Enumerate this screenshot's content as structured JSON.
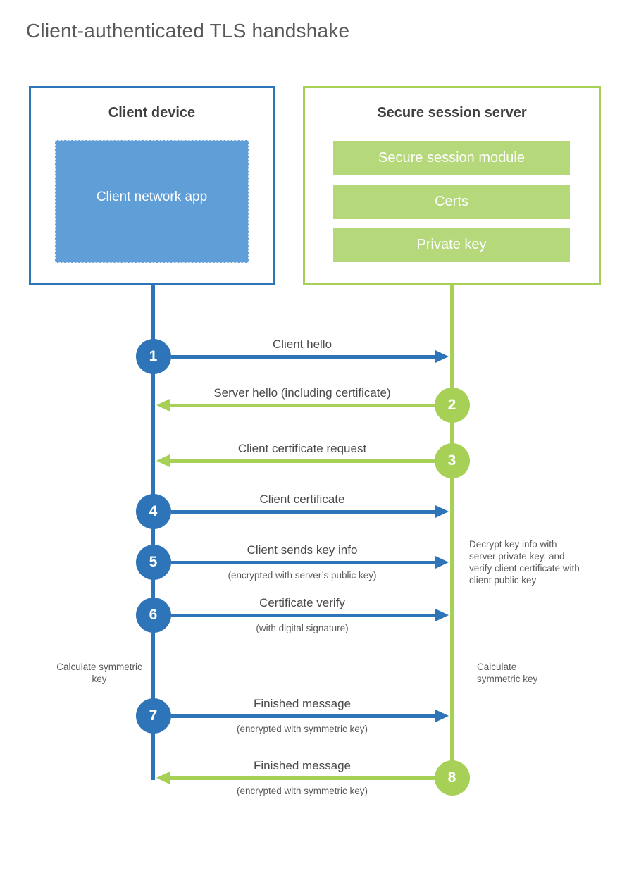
{
  "title": "Client-authenticated TLS handshake",
  "client": {
    "title": "Client device",
    "app_label": "Client network app"
  },
  "server": {
    "title": "Secure session server",
    "modules": [
      "Secure session module",
      "Certs",
      "Private key"
    ]
  },
  "steps": [
    {
      "num": "1",
      "from": "client",
      "label": "Client hello",
      "sublabel": ""
    },
    {
      "num": "2",
      "from": "server",
      "label": "Server hello (including certificate)",
      "sublabel": ""
    },
    {
      "num": "3",
      "from": "server",
      "label": "Client certificate request",
      "sublabel": ""
    },
    {
      "num": "4",
      "from": "client",
      "label": "Client certificate",
      "sublabel": ""
    },
    {
      "num": "5",
      "from": "client",
      "label": "Client sends key info",
      "sublabel": "(encrypted with server’s public key)"
    },
    {
      "num": "6",
      "from": "client",
      "label": "Certificate verify",
      "sublabel": "(with digital signature)"
    },
    {
      "num": "7",
      "from": "client",
      "label": "Finished message",
      "sublabel": "(encrypted with symmetric key)"
    },
    {
      "num": "8",
      "from": "server",
      "label": "Finished message",
      "sublabel": "(encrypted with symmetric key)"
    }
  ],
  "notes": {
    "decrypt": "Decrypt key info with server private key, and verify client certificate with client public key",
    "calc_left": "Calculate symmetric key",
    "calc_right": "Calculate symmetric key"
  },
  "colors": {
    "blue": "#2e74b8",
    "blue_fill": "#5f9ed6",
    "green": "#a6d056",
    "green_fill": "#b5d87b"
  }
}
